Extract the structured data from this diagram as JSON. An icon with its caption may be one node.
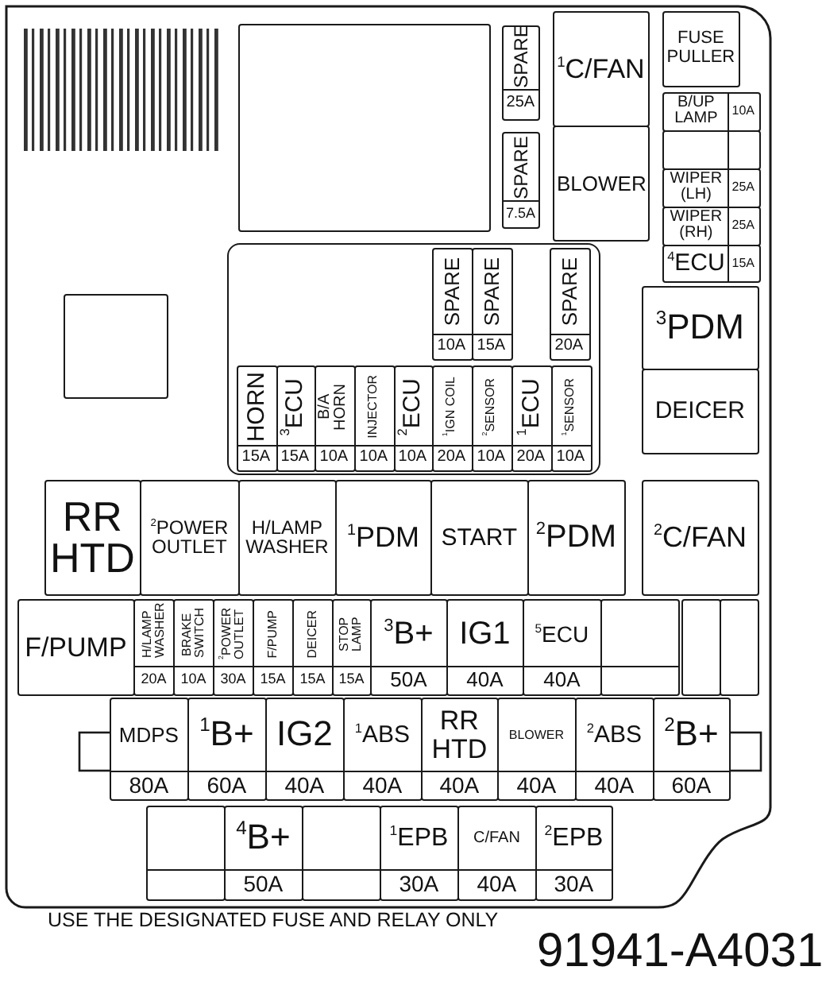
{
  "diagram": {
    "nodes": [
      {
        "text": [],
        "shape": "box"
      },
      {
        "text": [
          "SPARE",
          "25A"
        ]
      },
      {
        "text": [
          "SPARE",
          "7.5A"
        ]
      },
      {
        "text": [
          "$^{1}$C/FAN"
        ]
      },
      {
        "text": [
          "BLOWER"
        ]
      },
      {
        "text": [
          "FUSE PULLER"
        ]
      },
      {
        "text": [
          "B/UP LAMP",
          "10A"
        ]
      },
      {
        "text": [],
        "shape": "box"
      },
      {
        "text": [
          "WIPER (LH)",
          "25A"
        ]
      },
      {
        "text": [
          "WIPER (RH)",
          "25A"
        ]
      },
      {
        "text": [
          "$^{4}$ECU",
          "15A"
        ]
      },
      {
        "text": [],
        "shape": "box"
      },
      {
        "text": [],
        "shape": "box"
      },
      {
        "text": [
          "SPARE",
          "10A"
        ],
        "in": 12
      },
      {
        "text": [
          "SPARE",
          "15A"
        ],
        "in": 12
      },
      {
        "text": [
          "SPARE",
          "20A"
        ],
        "in": 12
      },
      {
        "text": [
          "HORN",
          "15A"
        ],
        "in": 12
      },
      {
        "text": [
          "$^{3}$ECU",
          "15A"
        ],
        "in": 12
      },
      {
        "text": [
          "B/A HORN",
          "10A"
        ],
        "in": 12
      },
      {
        "text": [
          "INJECTOR",
          "10A"
        ],
        "in": 12
      },
      {
        "text": [
          "$^{2}$ECU",
          "10A"
        ],
        "in": 12
      },
      {
        "text": [
          "$^{1}$IGN COIL",
          "20A"
        ],
        "in": 12
      },
      {
        "text": [
          "$^{2}$SENSOR",
          "10A"
        ],
        "in": 12
      },
      {
        "text": [
          "$^{1}$ECU",
          "20A"
        ],
        "in": 12
      },
      {
        "text": [
          "$^{1}$SENSOR",
          "10A"
        ],
        "in": 12
      },
      {
        "text": [
          "$^{3}$PDM"
        ]
      },
      {
        "text": [
          "DEICER"
        ]
      },
      {
        "text": [
          "RR HTD"
        ]
      },
      {
        "text": [
          "$^{2}$POWER OUTLET"
        ]
      },
      {
        "text": [
          "H/LAMP WASHER"
        ]
      },
      {
        "text": [
          "$^{1}$PDM"
        ]
      },
      {
        "text": [
          "START"
        ]
      },
      {
        "text": [
          "$^{2}$PDM"
        ]
      },
      {
        "text": [
          "$^{2}$C/FAN"
        ]
      },
      {
        "text": [
          "F/PUMP"
        ]
      },
      {
        "text": [
          "H/LAMP WASHER",
          "20A"
        ]
      },
      {
        "text": [
          "BRAKE SWITCH",
          "10A"
        ]
      },
      {
        "text": [
          "$^{2}$POWER OUTLET",
          "30A"
        ]
      },
      {
        "text": [
          "F/PUMP",
          "15A"
        ]
      },
      {
        "text": [
          "DEICER",
          "15A"
        ]
      },
      {
        "text": [
          "STOP LAMP",
          "15A"
        ]
      },
      {
        "text": [
          "$^{3}$B+",
          "50A"
        ]
      },
      {
        "text": [
          "IG1",
          "40A"
        ]
      },
      {
        "text": [
          "$^{5}$ECU",
          "40A"
        ]
      },
      {
        "text": [],
        "shape": "box"
      },
      {
        "text": [],
        "shape": "box"
      },
      {
        "text": [],
        "shape": "box"
      },
      {
        "text": [
          "MDPS",
          "80A"
        ]
      },
      {
        "text": [
          "$^{1}$B+",
          "60A"
        ]
      },
      {
        "text": [
          "IG2",
          "40A"
        ]
      },
      {
        "text": [
          "$^{1}$ABS",
          "40A"
        ]
      },
      {
        "text": [
          "RR HTD",
          "40A"
        ]
      },
      {
        "text": [
          "BLOWER",
          "40A"
        ]
      },
      {
        "text": [
          "$^{2}$ABS",
          "40A"
        ]
      },
      {
        "text": [
          "$^{2}$B+",
          "60A"
        ]
      },
      {
        "text": [],
        "shape": "box"
      },
      {
        "text": [
          "$^{4}$B+",
          "50A"
        ]
      },
      {
        "text": [],
        "shape": "box"
      },
      {
        "text": [
          "$^{1}$EPB",
          "30A"
        ]
      },
      {
        "text": [
          "C/FAN",
          "40A"
        ]
      },
      {
        "text": [
          "$^{2}$EPB",
          "30A"
        ]
      }
    ],
    "labels": [
      "USE THE DESIGNATED FUSE AND RELAY ONLY",
      "91941-A4031"
    ]
  }
}
